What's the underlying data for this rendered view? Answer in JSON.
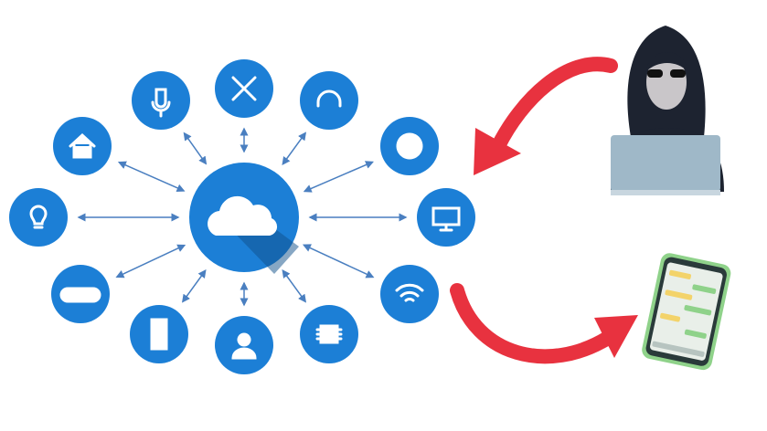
{
  "colors": {
    "node_blue": "#1c7fd6",
    "node_shadow": "#0f4f8a",
    "arrow_line": "#4a7fc0",
    "attack_red": "#e8323f",
    "hacker_hood": "#1d2330",
    "laptop": "#9fb8c8",
    "phone_frame": "#8fd28a"
  },
  "hub": {
    "icon": "cloud-icon"
  },
  "devices": [
    {
      "id": "microphone",
      "icon": "microphone-icon"
    },
    {
      "id": "tools",
      "icon": "tools-icon"
    },
    {
      "id": "headphones",
      "icon": "headphones-icon"
    },
    {
      "id": "home",
      "icon": "home-icon"
    },
    {
      "id": "settings",
      "icon": "gear-icon"
    },
    {
      "id": "lightbulb",
      "icon": "lightbulb-icon"
    },
    {
      "id": "monitor",
      "icon": "monitor-icon"
    },
    {
      "id": "gamepad",
      "icon": "gamepad-icon"
    },
    {
      "id": "wifi",
      "icon": "wifi-icon"
    },
    {
      "id": "smartphone",
      "icon": "smartphone-icon"
    },
    {
      "id": "user",
      "icon": "user-icon"
    },
    {
      "id": "chip",
      "icon": "chip-icon"
    }
  ],
  "actors": {
    "attacker": "hacker-icon",
    "victim_device": "phone-chat-icon"
  }
}
